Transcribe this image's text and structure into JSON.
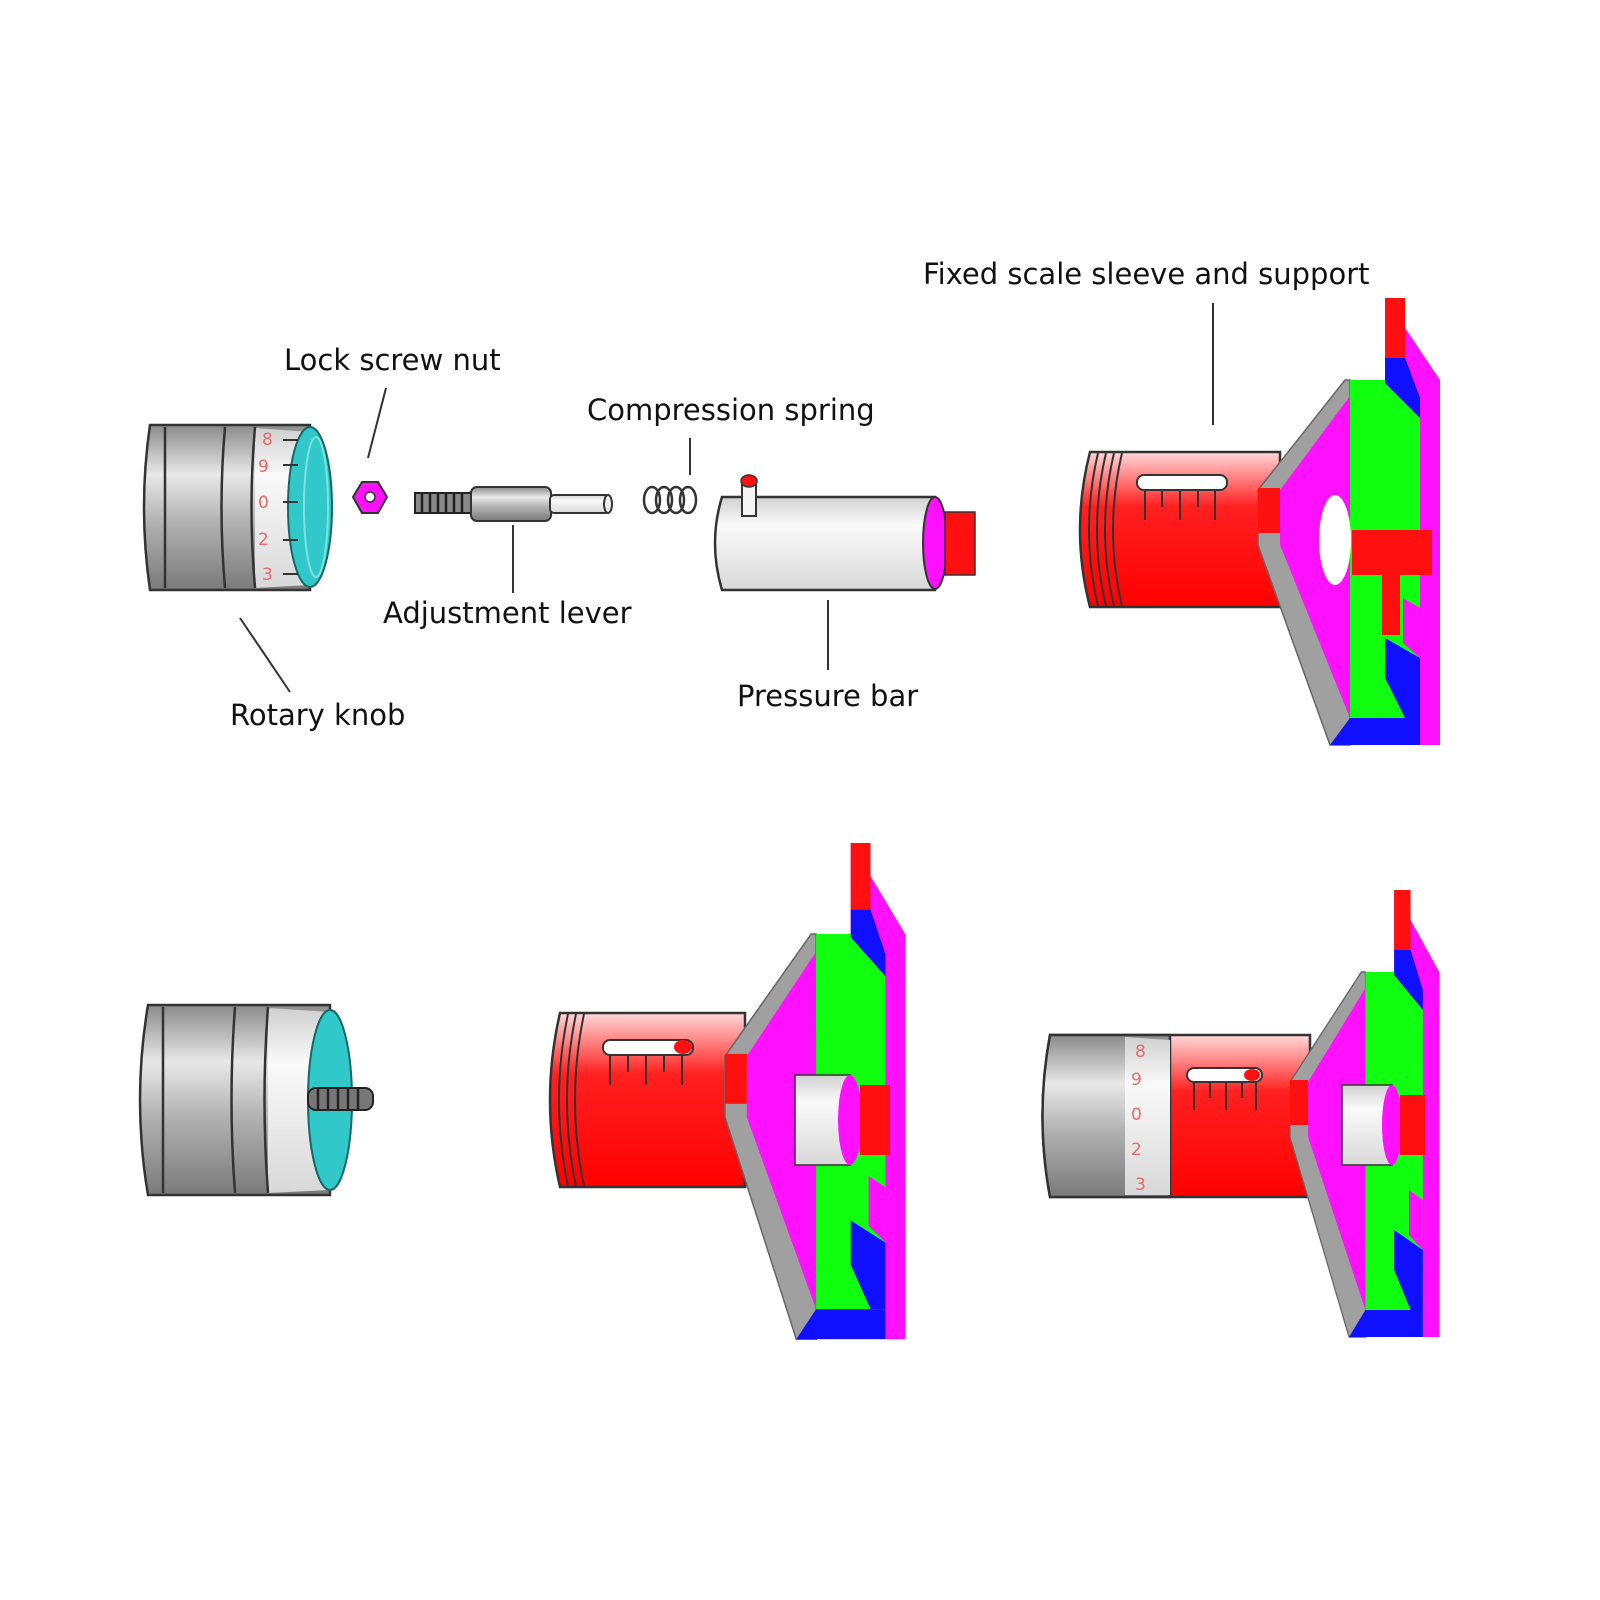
{
  "labels": {
    "fixed_sleeve": "Fixed scale sleeve and support",
    "lock_nut": "Lock screw nut",
    "spring": "Compression spring",
    "lever": "Adjustment lever",
    "pressure_bar": "Pressure bar",
    "rotary_knob": "Rotary knob"
  },
  "knob_scale": [
    "8",
    "9",
    "0",
    "2",
    "3"
  ],
  "colors": {
    "sleeve": "#ff1010",
    "plate_face": "#ff10ff",
    "plate_inner": "#10ff10",
    "plate_edge": "#1010ff",
    "bevel": "#a0a0a0",
    "knob_ring": "#30c8c8",
    "metal": "#c0c0c0"
  }
}
